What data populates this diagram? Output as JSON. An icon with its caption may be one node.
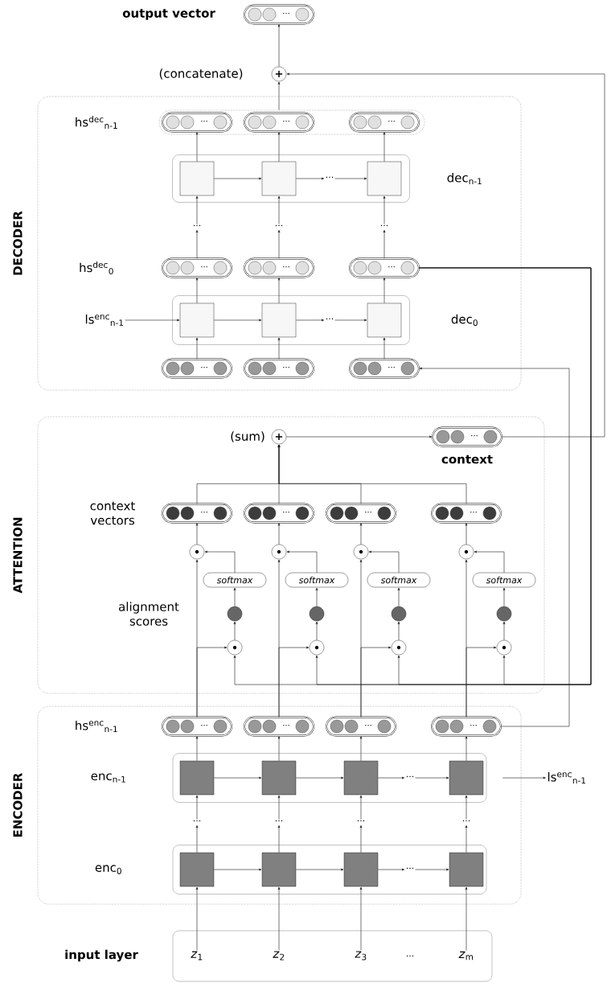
{
  "diagram": {
    "nodes": [
      {
        "text": [
          "···"
        ],
        "beside": [
          "output vector"
        ]
      },
      {
        "text": [
          "+"
        ],
        "beside": [
          "(concatenate)"
        ]
      },
      {
        "text": [
          "DECODER"
        ]
      },
      {
        "text": [],
        "shape": "box",
        "in": 2,
        "beside": [
          "hs$^{dec}$$_{n-1}$"
        ]
      },
      {
        "text": [
          "···"
        ],
        "in": 3
      },
      {
        "text": [
          "···"
        ],
        "in": 3
      },
      {
        "text": [
          "···"
        ],
        "in": 3
      },
      {
        "text": [],
        "shape": "box",
        "in": 2,
        "beside": [
          "dec$_{n-1}$"
        ]
      },
      {
        "text": [],
        "shape": "box",
        "in": 7
      },
      {
        "text": [],
        "shape": "box",
        "in": 7
      },
      {
        "text": [
          "···"
        ],
        "in": 7
      },
      {
        "text": [],
        "shape": "box",
        "in": 7
      },
      {
        "text": [
          "···"
        ],
        "in": 2
      },
      {
        "text": [
          "···"
        ],
        "in": 2
      },
      {
        "text": [
          "···"
        ],
        "in": 2
      },
      {
        "text": [
          "···"
        ],
        "in": 2
      },
      {
        "text": [
          "···"
        ],
        "in": 2
      },
      {
        "text": [
          "···"
        ],
        "in": 2
      },
      {
        "text": [],
        "shape": "box",
        "in": 2,
        "beside": [
          "dec$_{0}$"
        ]
      },
      {
        "text": [
          "ls$^{enc}$$_{n-1}$"
        ],
        "in": 2
      },
      {
        "text": [],
        "shape": "box",
        "in": 18
      },
      {
        "text": [],
        "shape": "box",
        "in": 18
      },
      {
        "text": [
          "···"
        ],
        "in": 18
      },
      {
        "text": [],
        "shape": "box",
        "in": 18
      },
      {
        "text": [
          "···"
        ],
        "in": 2
      },
      {
        "text": [
          "···"
        ],
        "in": 2
      },
      {
        "text": [
          "···"
        ],
        "in": 2
      },
      {
        "text": [
          "ATTENTION"
        ]
      },
      {
        "text": [
          "+"
        ],
        "in": 27,
        "beside": [
          "(sum)"
        ]
      },
      {
        "text": [
          "···"
        ],
        "in": 27,
        "beside": [
          "context"
        ]
      },
      {
        "text": [
          "···"
        ],
        "in": 27
      },
      {
        "text": [
          "···"
        ],
        "in": 27
      },
      {
        "text": [
          "···"
        ],
        "in": 27
      },
      {
        "text": [
          "···"
        ],
        "in": 27
      },
      {
        "text": [],
        "shape": "circle",
        "in": 27
      },
      {
        "text": [],
        "shape": "circle",
        "in": 27
      },
      {
        "text": [],
        "shape": "circle",
        "in": 27
      },
      {
        "text": [],
        "shape": "circle",
        "in": 27
      },
      {
        "text": [
          "softmax"
        ],
        "in": 27
      },
      {
        "text": [
          "softmax"
        ],
        "in": 27
      },
      {
        "text": [
          "softmax"
        ],
        "in": 27
      },
      {
        "text": [
          "softmax"
        ],
        "in": 27
      },
      {
        "text": [],
        "shape": "circle",
        "in": 27
      },
      {
        "text": [],
        "shape": "circle",
        "in": 27
      },
      {
        "text": [],
        "shape": "circle",
        "in": 27
      },
      {
        "text": [],
        "shape": "circle",
        "in": 27
      },
      {
        "text": [],
        "shape": "circle",
        "in": 27
      },
      {
        "text": [],
        "shape": "circle",
        "in": 27
      },
      {
        "text": [],
        "shape": "circle",
        "in": 27
      },
      {
        "text": [],
        "shape": "circle",
        "in": 27
      },
      {
        "text": [
          "ENCODER"
        ]
      },
      {
        "text": [
          "···"
        ],
        "in": 50,
        "beside": [
          "hs$^{enc}$$_{n-1}$"
        ]
      },
      {
        "text": [
          "···"
        ],
        "in": 50
      },
      {
        "text": [
          "···"
        ],
        "in": 50
      },
      {
        "text": [
          "···"
        ],
        "in": 50
      },
      {
        "text": [],
        "shape": "box",
        "in": 50,
        "beside": [
          "enc$_{n-1}$"
        ]
      },
      {
        "text": [],
        "shape": "box",
        "in": 55
      },
      {
        "text": [],
        "shape": "box",
        "in": 55
      },
      {
        "text": [],
        "shape": "box",
        "in": 55
      },
      {
        "text": [
          "···"
        ],
        "in": 55
      },
      {
        "text": [],
        "shape": "box",
        "in": 55
      },
      {
        "text": [
          "ls$^{enc}$$_{n-1}$"
        ]
      },
      {
        "text": [
          "···"
        ],
        "in": 50
      },
      {
        "text": [
          "···"
        ],
        "in": 50
      },
      {
        "text": [
          "···"
        ],
        "in": 50
      },
      {
        "text": [
          "···"
        ],
        "in": 50
      },
      {
        "text": [],
        "shape": "box",
        "in": 50
      },
      {
        "text": [],
        "shape": "box",
        "in": 66
      },
      {
        "text": [],
        "shape": "box",
        "in": 66
      },
      {
        "text": [],
        "shape": "box",
        "in": 66
      },
      {
        "text": [
          "···"
        ],
        "in": 66
      },
      {
        "text": [],
        "shape": "box",
        "in": 66
      },
      {
        "text": [
          "input layer"
        ]
      },
      {
        "text": [
          "*z*$_{1}$"
        ],
        "in": 72
      },
      {
        "text": [
          "*z*$_{2}$"
        ],
        "in": 72
      },
      {
        "text": [
          "*z*$_{3}$"
        ],
        "in": 72
      },
      {
        "text": [
          "···"
        ],
        "in": 72
      },
      {
        "text": [
          "*z*$_{m}$"
        ],
        "in": 72
      }
    ],
    "edges": [
      {
        "from": 1,
        "to": 0,
        "arrow": "to"
      },
      {
        "from": 3,
        "to": 1,
        "arrow": "to"
      },
      {
        "from": 8,
        "to": 4,
        "arrow": "to"
      },
      {
        "from": 9,
        "to": 5,
        "arrow": "to"
      },
      {
        "from": 11,
        "to": 6,
        "arrow": "to"
      },
      {
        "from": 8,
        "to": 9,
        "arrow": "to"
      },
      {
        "from": 9,
        "to": 10,
        "arrow": "to"
      },
      {
        "from": 10,
        "to": 11,
        "arrow": "to"
      },
      {
        "from": 12,
        "to": 8,
        "arrow": "to"
      },
      {
        "from": 13,
        "to": 9,
        "arrow": "to"
      },
      {
        "from": 14,
        "to": 11,
        "arrow": "to"
      },
      {
        "from": 15,
        "to": 12,
        "arrow": "to"
      },
      {
        "from": 16,
        "to": 13,
        "arrow": "to"
      },
      {
        "from": 17,
        "to": 14,
        "arrow": "to"
      },
      {
        "from": 20,
        "to": 15,
        "arrow": "to"
      },
      {
        "from": 21,
        "to": 16,
        "arrow": "to"
      },
      {
        "from": 23,
        "to": 17,
        "arrow": "to"
      },
      {
        "from": 19,
        "to": 20,
        "arrow": "to"
      },
      {
        "from": 20,
        "to": 21,
        "arrow": "to"
      },
      {
        "from": 21,
        "to": 22,
        "arrow": "to"
      },
      {
        "from": 22,
        "to": 23,
        "arrow": "to"
      },
      {
        "from": 24,
        "to": 20,
        "arrow": "to"
      },
      {
        "from": 25,
        "to": 21,
        "arrow": "to"
      },
      {
        "from": 26,
        "to": 23,
        "arrow": "to"
      },
      {
        "from": 54,
        "to": 26,
        "arrow": "to"
      },
      {
        "from": 17,
        "to": 46,
        "arrow": "to"
      },
      {
        "from": 17,
        "to": 47,
        "arrow": "to"
      },
      {
        "from": 17,
        "to": 48,
        "arrow": "to"
      },
      {
        "from": 17,
        "to": 49,
        "arrow": "to"
      },
      {
        "from": 30,
        "to": 28,
        "arrow": "to"
      },
      {
        "from": 31,
        "to": 28,
        "arrow": "to"
      },
      {
        "from": 32,
        "to": 28,
        "arrow": "to"
      },
      {
        "from": 33,
        "to": 28,
        "arrow": "to"
      },
      {
        "from": 28,
        "to": 29,
        "arrow": "to"
      },
      {
        "from": 29,
        "to": 1,
        "arrow": "to"
      },
      {
        "from": 34,
        "to": 30,
        "arrow": "to"
      },
      {
        "from": 35,
        "to": 31,
        "arrow": "to"
      },
      {
        "from": 36,
        "to": 32,
        "arrow": "to"
      },
      {
        "from": 37,
        "to": 33,
        "arrow": "to"
      },
      {
        "from": 38,
        "to": 34,
        "arrow": "to"
      },
      {
        "from": 39,
        "to": 35,
        "arrow": "to"
      },
      {
        "from": 40,
        "to": 36,
        "arrow": "to"
      },
      {
        "from": 41,
        "to": 37,
        "arrow": "to"
      },
      {
        "from": 42,
        "to": 38,
        "arrow": "to"
      },
      {
        "from": 43,
        "to": 39,
        "arrow": "to"
      },
      {
        "from": 44,
        "to": 40,
        "arrow": "to"
      },
      {
        "from": 45,
        "to": 41,
        "arrow": "to"
      },
      {
        "from": 46,
        "to": 42,
        "arrow": "to"
      },
      {
        "from": 47,
        "to": 43,
        "arrow": "to"
      },
      {
        "from": 48,
        "to": 44,
        "arrow": "to"
      },
      {
        "from": 49,
        "to": 45,
        "arrow": "to"
      },
      {
        "from": 51,
        "to": 34,
        "arrow": "to"
      },
      {
        "from": 52,
        "to": 35,
        "arrow": "to"
      },
      {
        "from": 53,
        "to": 36,
        "arrow": "to"
      },
      {
        "from": 54,
        "to": 37,
        "arrow": "to"
      },
      {
        "from": 51,
        "to": 46,
        "arrow": "to"
      },
      {
        "from": 52,
        "to": 47,
        "arrow": "to"
      },
      {
        "from": 53,
        "to": 48,
        "arrow": "to"
      },
      {
        "from": 54,
        "to": 49,
        "arrow": "to"
      },
      {
        "from": 56,
        "to": 51,
        "arrow": "to"
      },
      {
        "from": 57,
        "to": 52,
        "arrow": "to"
      },
      {
        "from": 58,
        "to": 53,
        "arrow": "to"
      },
      {
        "from": 60,
        "to": 54,
        "arrow": "to"
      },
      {
        "from": 56,
        "to": 57,
        "arrow": "to"
      },
      {
        "from": 57,
        "to": 58,
        "arrow": "to"
      },
      {
        "from": 58,
        "to": 59,
        "arrow": "to"
      },
      {
        "from": 59,
        "to": 60,
        "arrow": "to"
      },
      {
        "from": 55,
        "to": 61,
        "arrow": "to"
      },
      {
        "from": 62,
        "to": 56,
        "arrow": "to"
      },
      {
        "from": 63,
        "to": 57,
        "arrow": "to"
      },
      {
        "from": 64,
        "to": 58,
        "arrow": "to"
      },
      {
        "from": 65,
        "to": 60,
        "arrow": "to"
      },
      {
        "from": 67,
        "to": 62,
        "arrow": "to"
      },
      {
        "from": 68,
        "to": 63,
        "arrow": "to"
      },
      {
        "from": 69,
        "to": 64,
        "arrow": "to"
      },
      {
        "from": 71,
        "to": 65,
        "arrow": "to"
      },
      {
        "from": 67,
        "to": 68,
        "arrow": "to"
      },
      {
        "from": 68,
        "to": 69,
        "arrow": "to"
      },
      {
        "from": 69,
        "to": 70,
        "arrow": "to"
      },
      {
        "from": 70,
        "to": 71,
        "arrow": "to"
      },
      {
        "from": 73,
        "to": 67,
        "arrow": "to"
      },
      {
        "from": 74,
        "to": 68,
        "arrow": "to"
      },
      {
        "from": 75,
        "to": 69,
        "arrow": "to"
      },
      {
        "from": 77,
        "to": 71,
        "arrow": "to"
      }
    ],
    "labels": [
      "hs$^{dec}$$_{0}$",
      "context vectors",
      "alignment scores",
      "enc$_{0}$"
    ]
  }
}
